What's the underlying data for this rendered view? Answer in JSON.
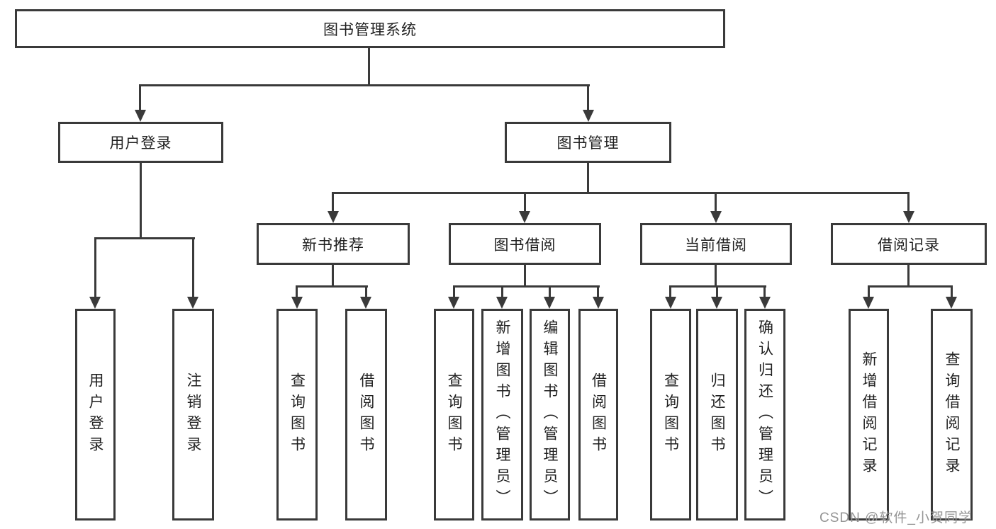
{
  "colors": {
    "line": "#3a3a3a",
    "text": "#1f1f1f",
    "watermark": "#949494",
    "background": "#ffffff"
  },
  "watermark": "CSDN @软件_小贺同学",
  "tree": {
    "root": {
      "label": "图书管理系统"
    },
    "branches": [
      {
        "label": "用户登录",
        "children": [
          {
            "label": "用户登录"
          },
          {
            "label": "注销登录"
          }
        ]
      },
      {
        "label": "图书管理",
        "children": [
          {
            "label": "新书推荐",
            "children": [
              {
                "label": "查询图书"
              },
              {
                "label": "借阅图书"
              }
            ]
          },
          {
            "label": "图书借阅",
            "children": [
              {
                "label": "查询图书"
              },
              {
                "label": "新增图书（管理员）"
              },
              {
                "label": "编辑图书（管理员）"
              },
              {
                "label": "借阅图书"
              }
            ]
          },
          {
            "label": "当前借阅",
            "children": [
              {
                "label": "查询图书"
              },
              {
                "label": "归还图书"
              },
              {
                "label": "确认归还（管理员）"
              }
            ]
          },
          {
            "label": "借阅记录",
            "children": [
              {
                "label": "新增借阅记录"
              },
              {
                "label": "查询借阅记录"
              }
            ]
          }
        ]
      }
    ]
  }
}
